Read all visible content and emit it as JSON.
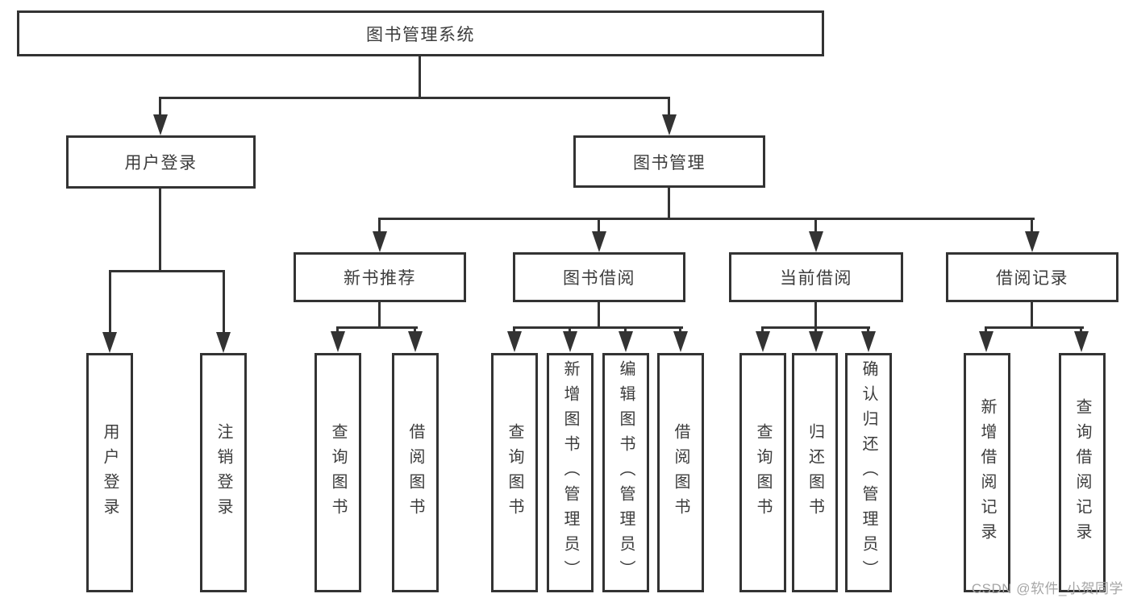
{
  "diagram": {
    "root": {
      "label": "图书管理系统"
    },
    "branches": {
      "user_login": {
        "label": "用户登录",
        "children": [
          "用户登录",
          "注销登录"
        ]
      },
      "book_management": {
        "label": "图书管理",
        "sections": {
          "new_book": {
            "label": "新书推荐",
            "children": [
              "查询图书",
              "借阅图书"
            ]
          },
          "borrow": {
            "label": "图书借阅",
            "children": [
              "查询图书",
              "新增图书（管理员）",
              "编辑图书（管理员）",
              "借阅图书"
            ]
          },
          "current": {
            "label": "当前借阅",
            "children": [
              "查询图书",
              "归还图书",
              "确认归还（管理员）"
            ]
          },
          "records": {
            "label": "借阅记录",
            "children": [
              "新增借阅记录",
              "查询借阅记录"
            ]
          }
        }
      }
    },
    "watermark": "CSDN @软件_小贺同学",
    "colors": {
      "line": "#333333",
      "text": "#3c3c3c",
      "watermark": "#a6a6a6",
      "background": "#ffffff"
    }
  }
}
